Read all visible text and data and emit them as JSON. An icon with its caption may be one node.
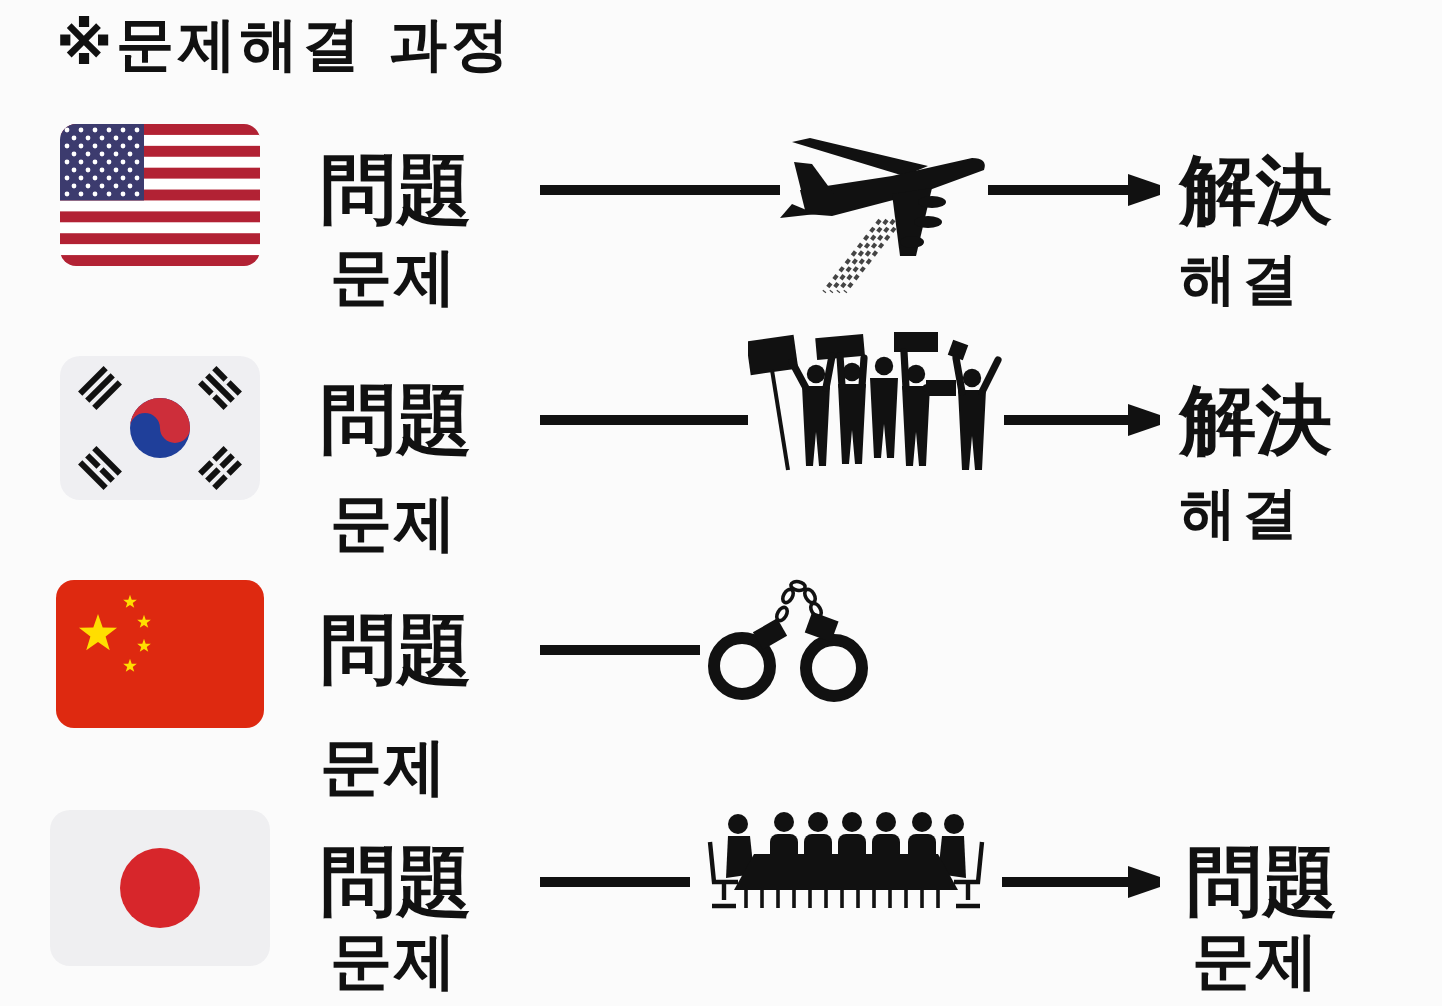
{
  "diagram": {
    "title": "※문제해결 과정",
    "nodes": [
      {
        "text": [
          "問題",
          "문제"
        ]
      },
      {
        "text": [],
        "shape": "picture"
      },
      {
        "text": [
          "解決",
          "해결"
        ]
      },
      {
        "text": [
          "問題",
          "문제"
        ]
      },
      {
        "text": [],
        "shape": "picture"
      },
      {
        "text": [
          "解決",
          "해결"
        ]
      },
      {
        "text": [
          "問題",
          "문제"
        ]
      },
      {
        "text": [],
        "shape": "picture"
      },
      {
        "text": [
          "問題",
          "문제"
        ]
      },
      {
        "text": [],
        "shape": "picture"
      },
      {
        "text": [
          "問題",
          "문제"
        ]
      }
    ],
    "edges": [
      {
        "from": 0,
        "to": 1,
        "arrow": "none"
      },
      {
        "from": 1,
        "to": 2,
        "arrow": "to"
      },
      {
        "from": 3,
        "to": 4,
        "arrow": "none"
      },
      {
        "from": 4,
        "to": 5,
        "arrow": "to"
      },
      {
        "from": 6,
        "to": 7,
        "arrow": "none"
      },
      {
        "from": 8,
        "to": 9,
        "arrow": "none"
      },
      {
        "from": 9,
        "to": 10,
        "arrow": "to"
      }
    ]
  }
}
